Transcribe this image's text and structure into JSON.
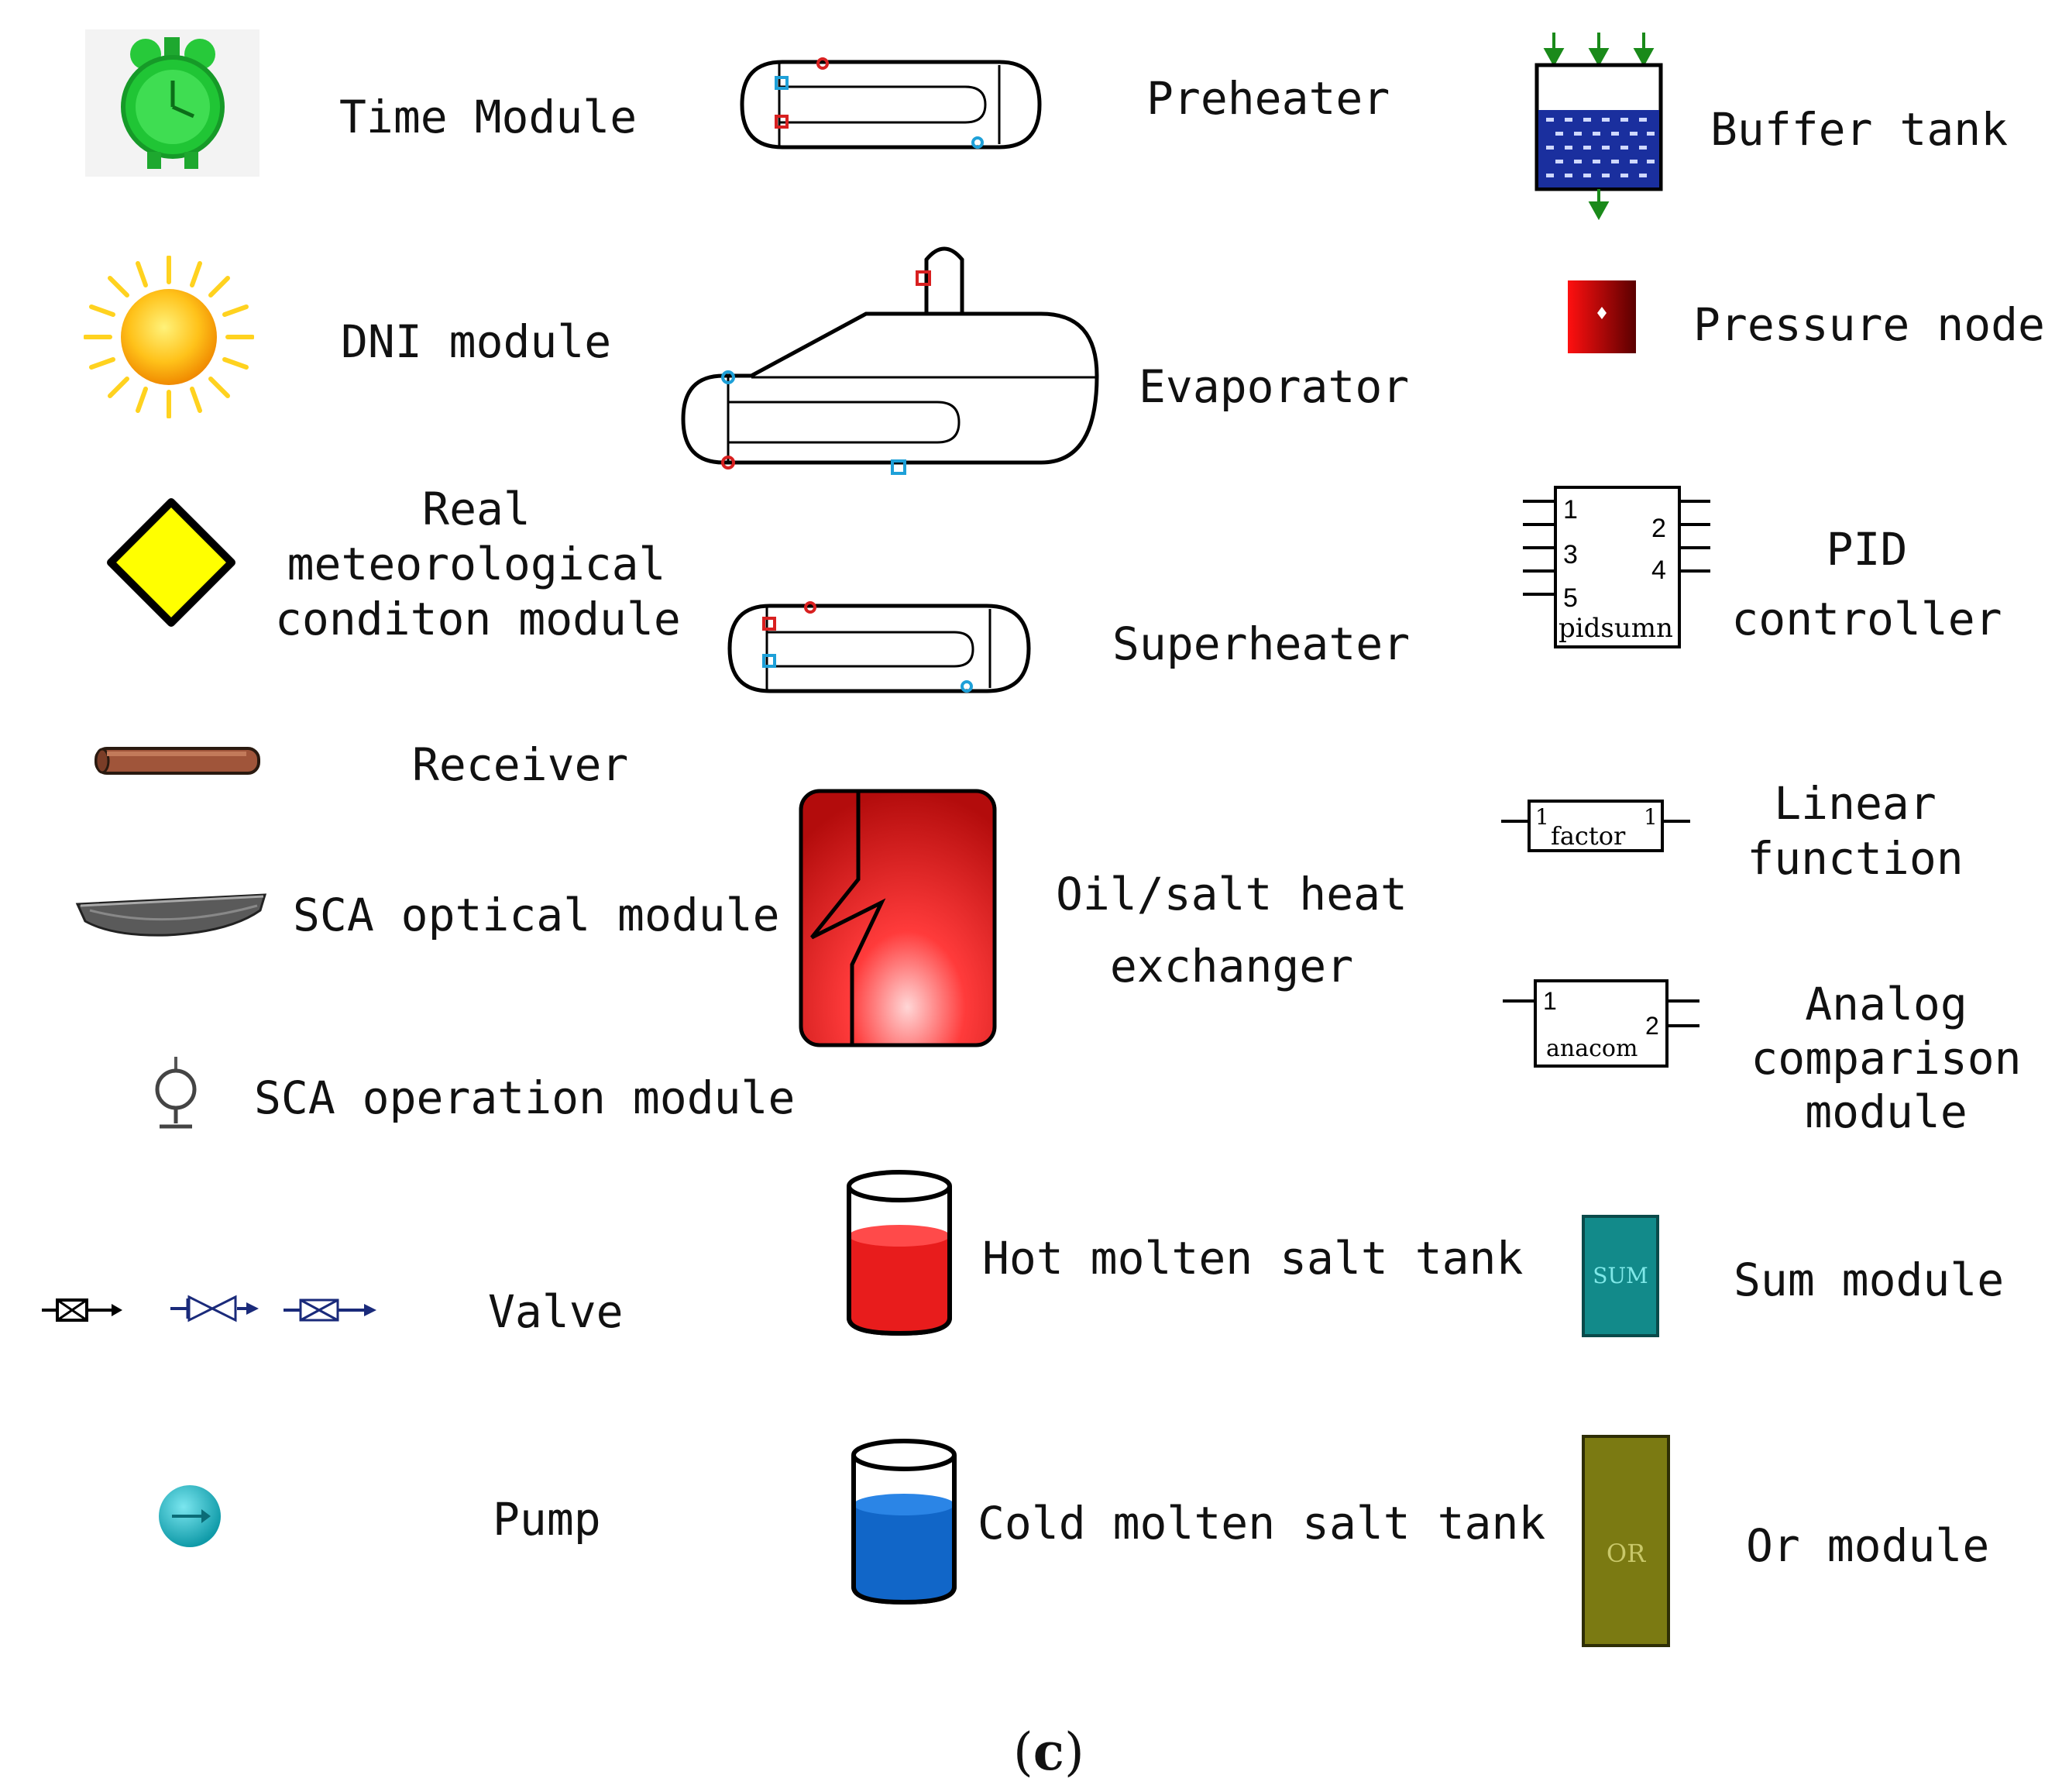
{
  "legend": {
    "time_module": "Time Module",
    "dni_module": "DNI module",
    "real_met": [
      "Real",
      "meteorological",
      "conditon module"
    ],
    "receiver": "Receiver",
    "sca_optical": "SCA optical module",
    "sca_operation": "SCA operation module",
    "valve": "Valve",
    "pump": "Pump",
    "preheater": "Preheater",
    "evaporator": "Evaporator",
    "superheater": "Superheater",
    "oil_salt": [
      "Oil/salt heat",
      "exchanger"
    ],
    "hot_tank": "Hot molten salt tank",
    "cold_tank": "Cold molten salt tank",
    "buffer_tank": "Buffer tank",
    "pressure_node": "Pressure node",
    "pid": [
      "PID",
      "controller"
    ],
    "linear": [
      "Linear",
      "function"
    ],
    "analog": [
      "Analog",
      "comparison",
      "module"
    ],
    "sum_module": "Sum module",
    "or_module": "Or module"
  },
  "icon_text": {
    "pid_pins": [
      "1",
      "2",
      "3",
      "4",
      "5"
    ],
    "pid_name": "pidsumn",
    "linear_in": "1",
    "linear_name": "factor",
    "linear_out": "1",
    "analog_in": "1",
    "analog_out": "2",
    "analog_name": "anacom",
    "sum_text": "SUM",
    "or_text": "OR"
  },
  "caption": {
    "open": "(",
    "letter": "c",
    "close": ")"
  },
  "colors": {
    "hot_salt": "#e81c1c",
    "cold_salt": "#1166c8",
    "sum_block": "#128a8a",
    "or_block": "#7b7a12",
    "buffer_liquid": "#1a2f9e",
    "pump": "#1fb7c5",
    "receiver": "#a0553a"
  }
}
